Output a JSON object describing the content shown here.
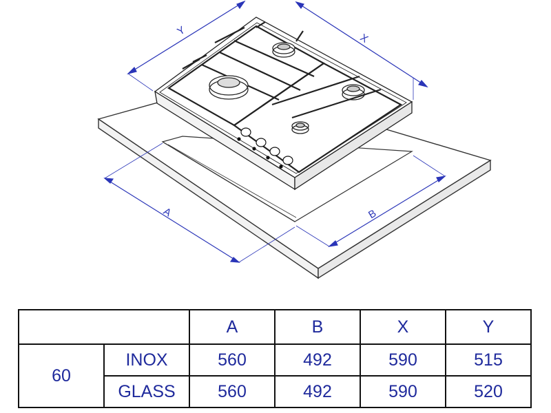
{
  "dimension_labels": {
    "a": "A",
    "b": "B",
    "x": "X",
    "y": "Y"
  },
  "table": {
    "headers": [
      "",
      "A",
      "B",
      "X",
      "Y"
    ],
    "size": "60",
    "rows": [
      {
        "finish": "INOX",
        "a": "560",
        "b": "492",
        "x": "590",
        "y": "515"
      },
      {
        "finish": "GLASS",
        "a": "560",
        "b": "492",
        "x": "590",
        "y": "520"
      }
    ]
  },
  "colors": {
    "dimension": "#2a35b8",
    "table_text": "#1f2a9c",
    "line": "#222222"
  }
}
